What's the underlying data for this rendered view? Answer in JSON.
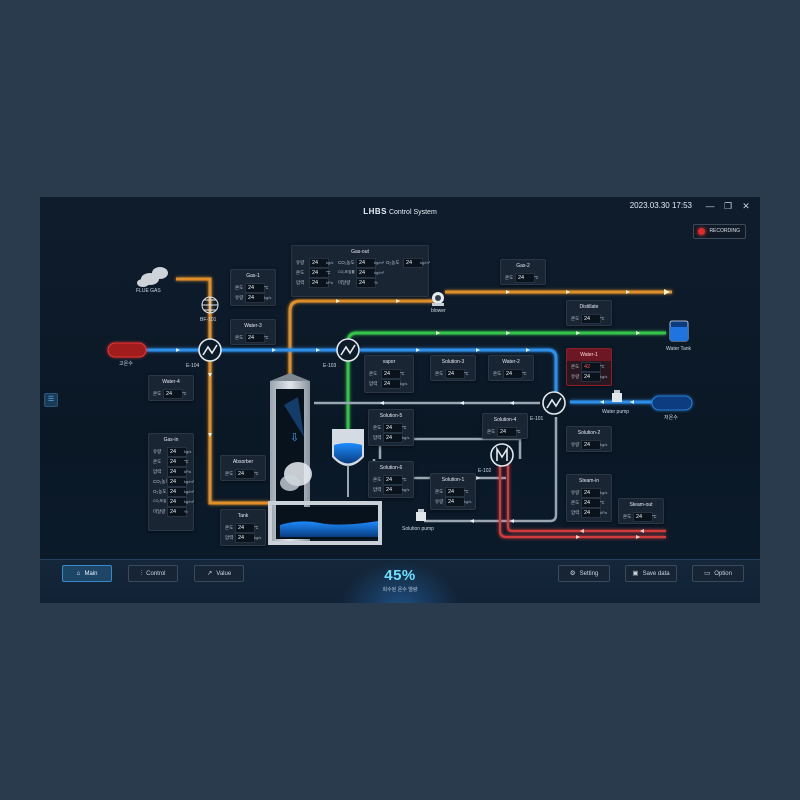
{
  "app": {
    "title": "LHBS",
    "subtitle": "Control System",
    "datetime": "2023.03.30  17:53",
    "recording_label": "RECORDING"
  },
  "window_controls": {
    "minimize": "—",
    "restore": "❐",
    "close": "✕"
  },
  "colors": {
    "hot_pipe": "#e0902a",
    "cold_pipe": "#2f8fe8",
    "green_pipe": "#35c24a",
    "gray_pipe": "#9aa6b2",
    "red_pipe": "#d23a3a",
    "accent": "#3a88c7",
    "alarm": "#e12b2b"
  },
  "labels": {
    "flue_gas": "FLUE GAS",
    "bf101": "BF-101",
    "e104": "E-104",
    "e103": "E-103",
    "e101": "E-101",
    "e102": "E-102",
    "blower": "blower",
    "water_tank": "Water Tank",
    "water_pump": "Water pump",
    "solution_pump": "Solution pump",
    "left_tank": "고온수",
    "right_tank": "저온수"
  },
  "panels": {
    "gas1": {
      "title": "Gas-1",
      "rows": [
        {
          "label": "온도",
          "value": "24",
          "unit": "℃"
        },
        {
          "label": "유량",
          "value": "24",
          "unit": "kg/s"
        }
      ]
    },
    "water3": {
      "title": "Water-3",
      "rows": [
        {
          "label": "온도",
          "value": "24",
          "unit": "℃"
        }
      ]
    },
    "water4": {
      "title": "Water-4",
      "rows": [
        {
          "label": "온도",
          "value": "24",
          "unit": "℃"
        }
      ]
    },
    "gasout": {
      "title": "Gas-out",
      "c1": [
        {
          "label": "유량",
          "value": "24",
          "unit": "kg/s"
        },
        {
          "label": "온도",
          "value": "24",
          "unit": "℃"
        },
        {
          "label": "압력",
          "value": "24",
          "unit": "kPa"
        }
      ],
      "c2": [
        {
          "label": "CO₂농도",
          "value": "24",
          "unit": "kg/m³"
        },
        {
          "label": "CO₂포집률",
          "value": "24",
          "unit": "kg/m³"
        },
        {
          "label": "미달량",
          "value": "24",
          "unit": "%"
        }
      ],
      "c3": [
        {
          "label": "O₂농도",
          "value": "24",
          "unit": "kg/m³"
        }
      ]
    },
    "gas2": {
      "title": "Gas-2",
      "rows": [
        {
          "label": "온도",
          "value": "24",
          "unit": "℃"
        }
      ]
    },
    "distillate": {
      "title": "Distillate",
      "rows": [
        {
          "label": "온도",
          "value": "24",
          "unit": "℃"
        }
      ]
    },
    "vapor": {
      "title": "vapor",
      "rows": [
        {
          "label": "온도",
          "value": "24",
          "unit": "℃"
        },
        {
          "label": "압력",
          "value": "24",
          "unit": "kg/s"
        }
      ]
    },
    "solution3": {
      "title": "Solution-3",
      "rows": [
        {
          "label": "온도",
          "value": "24",
          "unit": "℃"
        }
      ]
    },
    "water2": {
      "title": "Water-2",
      "rows": [
        {
          "label": "온도",
          "value": "24",
          "unit": "℃"
        }
      ]
    },
    "water1": {
      "title": "Water-1",
      "rows": [
        {
          "label": "온도",
          "value": "42",
          "unit": "℃"
        },
        {
          "label": "유량",
          "value": "24",
          "unit": "kg/s"
        }
      ]
    },
    "solution5": {
      "title": "Solution-5",
      "rows": [
        {
          "label": "온도",
          "value": "24",
          "unit": "℃"
        },
        {
          "label": "압력",
          "value": "24",
          "unit": "kg/s"
        }
      ]
    },
    "solution4": {
      "title": "Solution-4",
      "rows": [
        {
          "label": "온도",
          "value": "24",
          "unit": "℃"
        }
      ]
    },
    "solution2": {
      "title": "Solution-2",
      "rows": [
        {
          "label": "유량",
          "value": "24",
          "unit": "kg/s"
        }
      ]
    },
    "solution6": {
      "title": "Solution-6",
      "rows": [
        {
          "label": "온도",
          "value": "24",
          "unit": "℃"
        },
        {
          "label": "압력",
          "value": "24",
          "unit": "kg/s"
        }
      ]
    },
    "solution1": {
      "title": "Solution-1",
      "rows": [
        {
          "label": "온도",
          "value": "24",
          "unit": "℃"
        },
        {
          "label": "유량",
          "value": "24",
          "unit": "kg/s"
        }
      ]
    },
    "absorber": {
      "title": "Absorber",
      "rows": [
        {
          "label": "온도",
          "value": "24",
          "unit": "℃"
        }
      ]
    },
    "gasin": {
      "title": "Gas-in",
      "rows": [
        {
          "label": "유량",
          "value": "24",
          "unit": "kg/s"
        },
        {
          "label": "온도",
          "value": "24",
          "unit": "℃"
        },
        {
          "label": "압력",
          "value": "24",
          "unit": "kPa"
        },
        {
          "label": "CO₂농도",
          "value": "24",
          "unit": "kg/m³"
        },
        {
          "label": "O₂농도",
          "value": "24",
          "unit": "kg/m³"
        },
        {
          "label": "CO₂포집 기준",
          "value": "24",
          "unit": "kg/m³"
        },
        {
          "label": "미달량",
          "value": "24",
          "unit": "%"
        }
      ]
    },
    "tank": {
      "title": "Tank",
      "rows": [
        {
          "label": "온도",
          "value": "24",
          "unit": "℃"
        },
        {
          "label": "압력",
          "value": "24",
          "unit": "kg/s"
        }
      ]
    },
    "steamin": {
      "title": "Steam-in",
      "rows": [
        {
          "label": "유량",
          "value": "24",
          "unit": "kg/s"
        },
        {
          "label": "온도",
          "value": "24",
          "unit": "℃"
        },
        {
          "label": "압력",
          "value": "24",
          "unit": "kPa"
        }
      ]
    },
    "steamout": {
      "title": "Steam-out",
      "rows": [
        {
          "label": "온도",
          "value": "24",
          "unit": "℃"
        }
      ]
    }
  },
  "bottom": {
    "main": "Main",
    "control": "Control",
    "value": "Value",
    "setting": "Setting",
    "save": "Save data",
    "option": "Option",
    "percent": "45%",
    "caption": "회수된 온수 열량"
  }
}
